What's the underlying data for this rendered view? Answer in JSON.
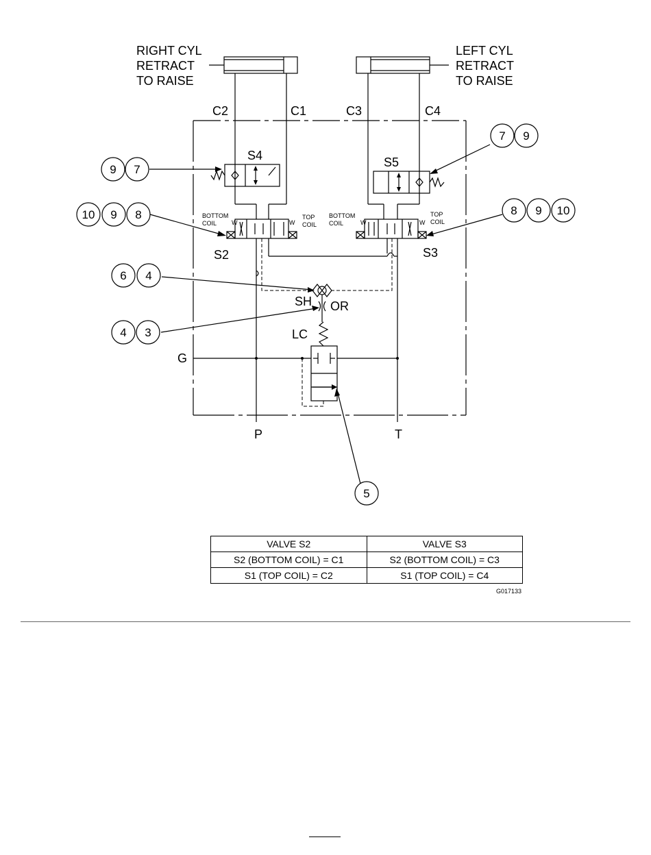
{
  "cylinders": {
    "right_label": [
      "RIGHT CYL",
      "RETRACT",
      "TO RAISE"
    ],
    "left_label": [
      "LEFT CYL",
      "RETRACT",
      "TO RAISE"
    ]
  },
  "ports": {
    "c1": "C1",
    "c2": "C2",
    "c3": "C3",
    "c4": "C4",
    "g": "G",
    "p": "P",
    "t": "T"
  },
  "valves": {
    "s4": "S4",
    "s5": "S5",
    "s2": "S2",
    "s3": "S3",
    "sh": "SH",
    "or": "OR",
    "lc": "LC"
  },
  "coil_labels": {
    "left_bottom": [
      "BOTTOM",
      "COIL"
    ],
    "left_top": [
      "TOP",
      "COIL"
    ],
    "right_bottom": [
      "BOTTOM",
      "COIL"
    ],
    "right_top": [
      "TOP",
      "COIL"
    ]
  },
  "callouts": {
    "s4": [
      "9",
      "7"
    ],
    "s5": [
      "7",
      "9"
    ],
    "s2": [
      "10",
      "9",
      "8"
    ],
    "s3": [
      "8",
      "9",
      "10"
    ],
    "sh": [
      "6",
      "4"
    ],
    "or": [
      "4",
      "3"
    ],
    "lc": [
      "5"
    ]
  },
  "table": {
    "headers": [
      "VALVE S2",
      "VALVE S3"
    ],
    "rows": [
      [
        "S2 (BOTTOM COIL) = C1",
        "S2 (BOTTOM COIL) = C3"
      ],
      [
        "S1 (TOP COIL) = C2",
        "S1 (TOP COIL) = C4"
      ]
    ]
  },
  "figure_id": "G017133"
}
